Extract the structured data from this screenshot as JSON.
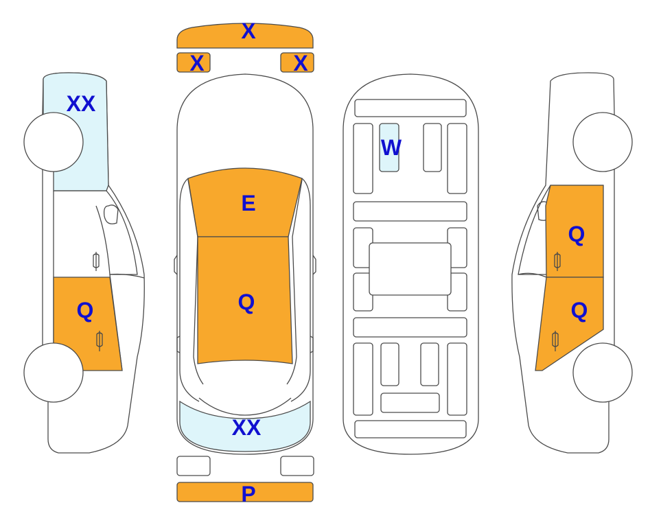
{
  "colors": {
    "damage_fill": "#f8a82c",
    "glass_fill": "#def5fa",
    "code_text": "#1010d0",
    "outline": "#4a4a4a"
  },
  "codes": {
    "front_bumper": "X",
    "left_headlight": "X",
    "right_headlight": "X",
    "hood": "E",
    "roof": "Q",
    "rear_window": "XX",
    "rear_bumper": "P",
    "left_side_glass": "XX",
    "left_rear_door": "Q",
    "floor_panel": "W",
    "right_front_door": "Q",
    "right_rear_door": "Q"
  }
}
